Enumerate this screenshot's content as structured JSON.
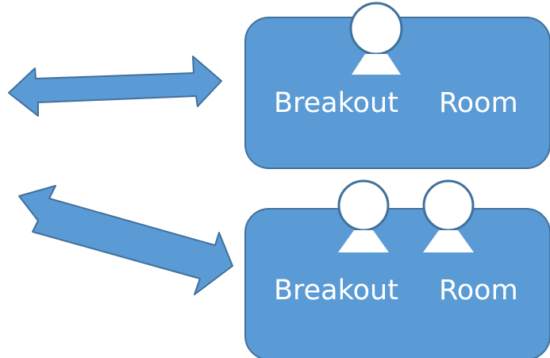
{
  "colors": {
    "fill": "#5b9bd5",
    "stroke": "#41719c",
    "person": "#ffffff"
  },
  "icons": [
    "double-arrow-icon",
    "person-icon"
  ],
  "rooms": [
    {
      "label_left": "Breakout",
      "label_right": "Room",
      "participants": 1
    },
    {
      "label_left": "Breakout",
      "label_right": "Room",
      "participants": 2
    }
  ]
}
